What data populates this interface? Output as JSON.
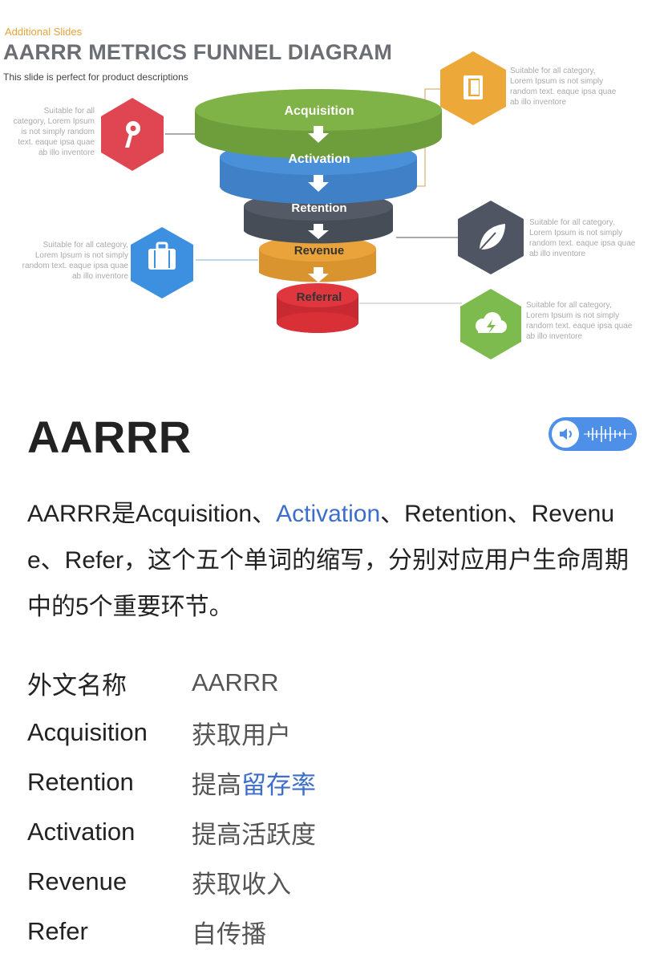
{
  "slide": {
    "tag": "Additional Slides",
    "title": "AARRR METRICS FUNNEL DIAGRAM",
    "subtitle": "This slide is perfect for product descriptions",
    "stages": [
      "Acquisition",
      "Activation",
      "Retention",
      "Revenue",
      "Referral"
    ],
    "notes": {
      "left_top": [
        "Suitable for all",
        "category, Lorem Ipsum",
        "is not simply random",
        "text. eaque ipsa quae",
        "ab illo inventore"
      ],
      "left_bottom": [
        "Suitable for all category,",
        "Lorem Ipsum is not simply",
        "random text. eaque ipsa quae",
        "ab illo inventore"
      ],
      "right_top": [
        "Suitable for all category,",
        "Lorem Ipsum is not simply",
        "random text. eaque ipsa quae",
        "ab illo inventore"
      ],
      "right_mid": [
        "Suitable for all category,",
        "Lorem Ipsum is not simply",
        "random text. eaque ipsa quae",
        "ab illo inventore"
      ],
      "right_bottom": [
        "Suitable for all category,",
        "Lorem Ipsum is not simply",
        "random text. eaque ipsa quae",
        "ab illo inventore"
      ]
    },
    "colors": {
      "green": "#7fb247",
      "blue": "#4a90d9",
      "slate": "#545b66",
      "orange": "#e9a33a",
      "red": "#e0373f",
      "hex_red": "#e04651",
      "hex_orange": "#eda83a",
      "hex_blue": "#3d8fe0",
      "hex_slate": "#4f5562",
      "hex_green": "#7dbb4e"
    },
    "icons": [
      "key-icon",
      "book-icon",
      "briefcase-icon",
      "leaf-icon",
      "cloud-bolt-icon"
    ]
  },
  "entry": {
    "title": "AARRR",
    "audio_icon": "speaker-waveform-icon",
    "desc_plain_1": "AARRR是Acquisition、",
    "desc_link": "Activation",
    "desc_plain_2": "、Retention、Revenue、Refer，这个五个单词的缩写，分别对应用户生命周期中的5个重要环节。"
  },
  "info_rows": [
    {
      "key": "外文名称",
      "value": "AARRR"
    },
    {
      "key": "Acquisition",
      "value": "获取用户"
    },
    {
      "key": "Retention",
      "value_plain": "提高",
      "value_link": "留存率"
    },
    {
      "key": "Activation",
      "value": "提高活跃度"
    },
    {
      "key": "Revenue",
      "value": "获取收入"
    },
    {
      "key": "Refer",
      "value_link": "自传播"
    }
  ]
}
